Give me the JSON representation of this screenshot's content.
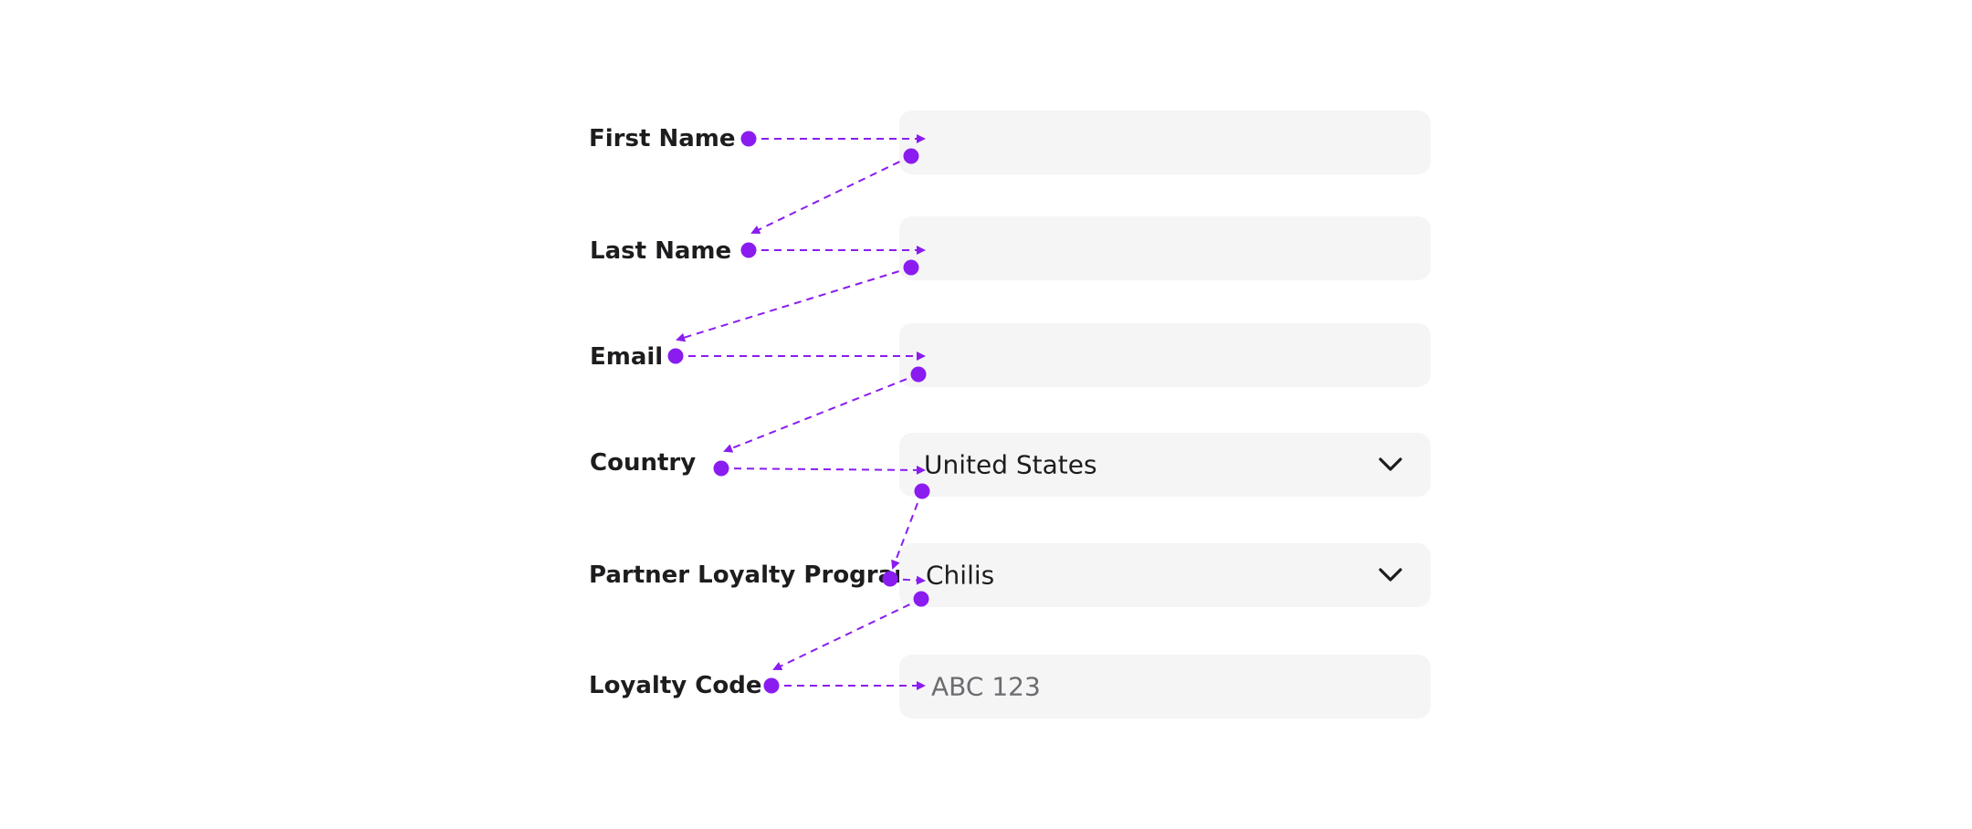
{
  "accent_color": "#8a1cf0",
  "fields": [
    {
      "id": "first-name",
      "label": "First Name",
      "value": "",
      "placeholder": ""
    },
    {
      "id": "last-name",
      "label": "Last Name",
      "value": "",
      "placeholder": ""
    },
    {
      "id": "email",
      "label": "Email",
      "value": "",
      "placeholder": ""
    },
    {
      "id": "country",
      "label": "Country",
      "value": "United States",
      "placeholder": "",
      "icon": "chevron-down-icon"
    },
    {
      "id": "partner-loyalty-program",
      "label": "Partner Loyalty Program",
      "value": "Chilis",
      "placeholder": "",
      "icon": "chevron-down-icon"
    },
    {
      "id": "loyalty-code",
      "label": "Loyalty Code",
      "value": "",
      "placeholder": "ABC 123"
    }
  ]
}
